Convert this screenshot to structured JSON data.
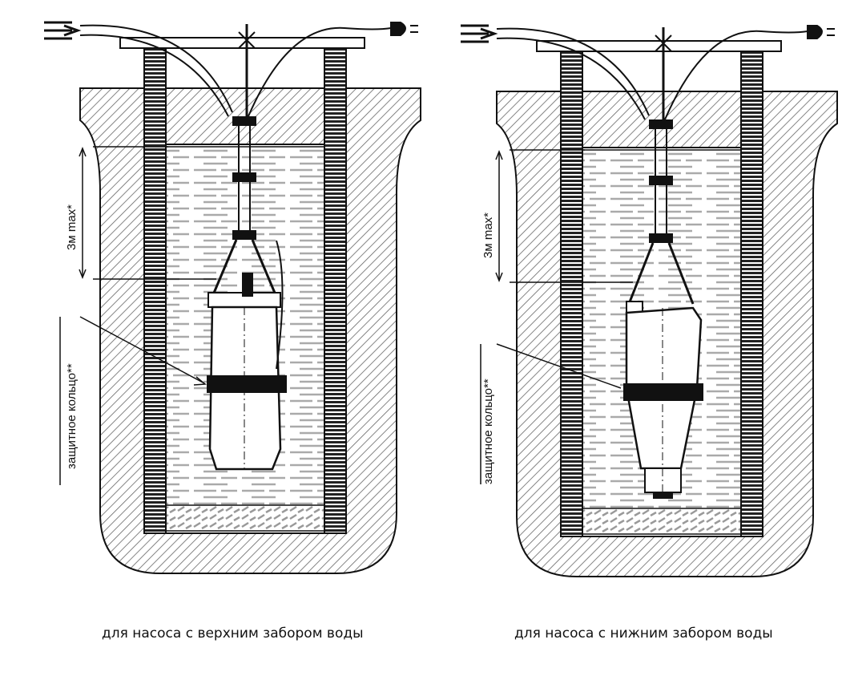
{
  "figure": {
    "left": {
      "caption": "для насоса с верхним забором воды",
      "depth_label": "3м max*",
      "ring_label": "защитное кольцо**"
    },
    "right": {
      "caption": "для насоса с нижним забором воды",
      "depth_label": "3м max*",
      "ring_label": "защитное кольцо**"
    }
  },
  "colors": {
    "line": "#111111",
    "hatch": "#555555",
    "water": "#9a9a9a",
    "background": "#ffffff"
  }
}
